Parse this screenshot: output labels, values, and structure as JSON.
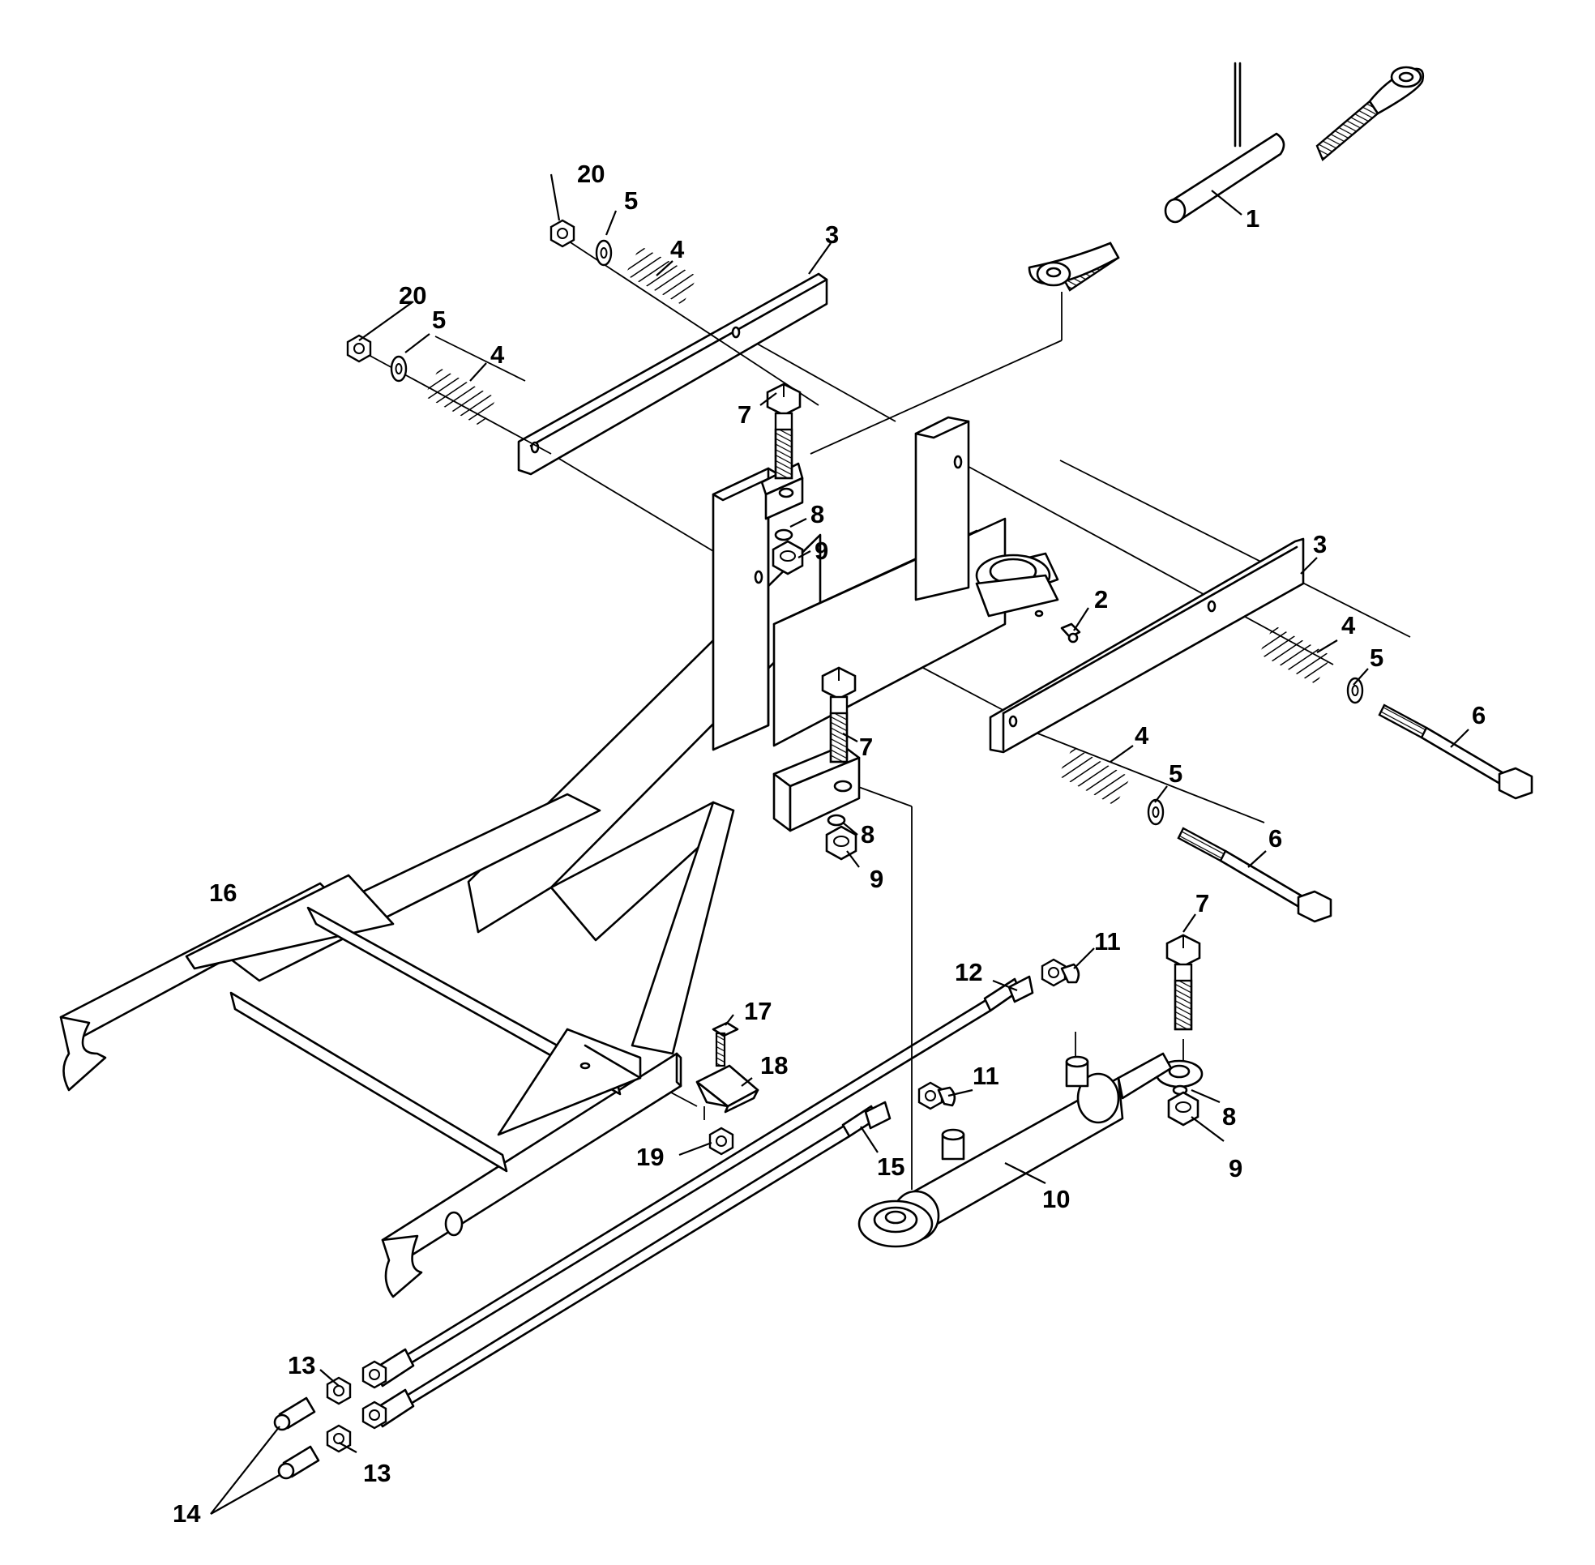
{
  "diagram": {
    "callouts": [
      {
        "id": "c1",
        "text": "1"
      },
      {
        "id": "c2",
        "text": "2"
      },
      {
        "id": "c3a",
        "text": "3"
      },
      {
        "id": "c3b",
        "text": "3"
      },
      {
        "id": "c4a",
        "text": "4"
      },
      {
        "id": "c4b",
        "text": "4"
      },
      {
        "id": "c4c",
        "text": "4"
      },
      {
        "id": "c4d",
        "text": "4"
      },
      {
        "id": "c5a",
        "text": "5"
      },
      {
        "id": "c5b",
        "text": "5"
      },
      {
        "id": "c5c",
        "text": "5"
      },
      {
        "id": "c5d",
        "text": "5"
      },
      {
        "id": "c6a",
        "text": "6"
      },
      {
        "id": "c6b",
        "text": "6"
      },
      {
        "id": "c7a",
        "text": "7"
      },
      {
        "id": "c7b",
        "text": "7"
      },
      {
        "id": "c7c",
        "text": "7"
      },
      {
        "id": "c8a",
        "text": "8"
      },
      {
        "id": "c8b",
        "text": "8"
      },
      {
        "id": "c8c",
        "text": "8"
      },
      {
        "id": "c9a",
        "text": "9"
      },
      {
        "id": "c9b",
        "text": "9"
      },
      {
        "id": "c9c",
        "text": "9"
      },
      {
        "id": "c10",
        "text": "10"
      },
      {
        "id": "c11a",
        "text": "11"
      },
      {
        "id": "c11b",
        "text": "11"
      },
      {
        "id": "c12",
        "text": "12"
      },
      {
        "id": "c13a",
        "text": "13"
      },
      {
        "id": "c13b",
        "text": "13"
      },
      {
        "id": "c14",
        "text": "14"
      },
      {
        "id": "c15",
        "text": "15"
      },
      {
        "id": "c16",
        "text": "16"
      },
      {
        "id": "c17",
        "text": "17"
      },
      {
        "id": "c18",
        "text": "18"
      },
      {
        "id": "c19",
        "text": "19"
      },
      {
        "id": "c20a",
        "text": "20"
      },
      {
        "id": "c20b",
        "text": "20"
      }
    ]
  }
}
